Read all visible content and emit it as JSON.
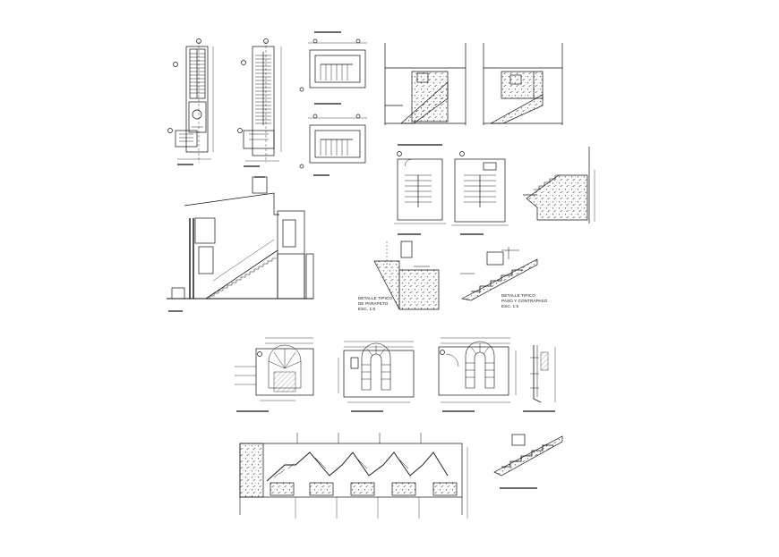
{
  "drawing": {
    "captions": {
      "parapet_detail_line1": "DETALLE TIPICO",
      "parapet_detail_line2": "DE PARAPETO",
      "parapet_detail_scale": "ESC. 1:5",
      "tread_detail_line1": "DETALLE TIPICO",
      "tread_detail_line2": "PASO Y CONTRAPASO",
      "tread_detail_scale": "ESC. 1:5"
    },
    "colors": {
      "line": "#111111",
      "hatch": "#555555",
      "paper": "#ffffff"
    }
  }
}
